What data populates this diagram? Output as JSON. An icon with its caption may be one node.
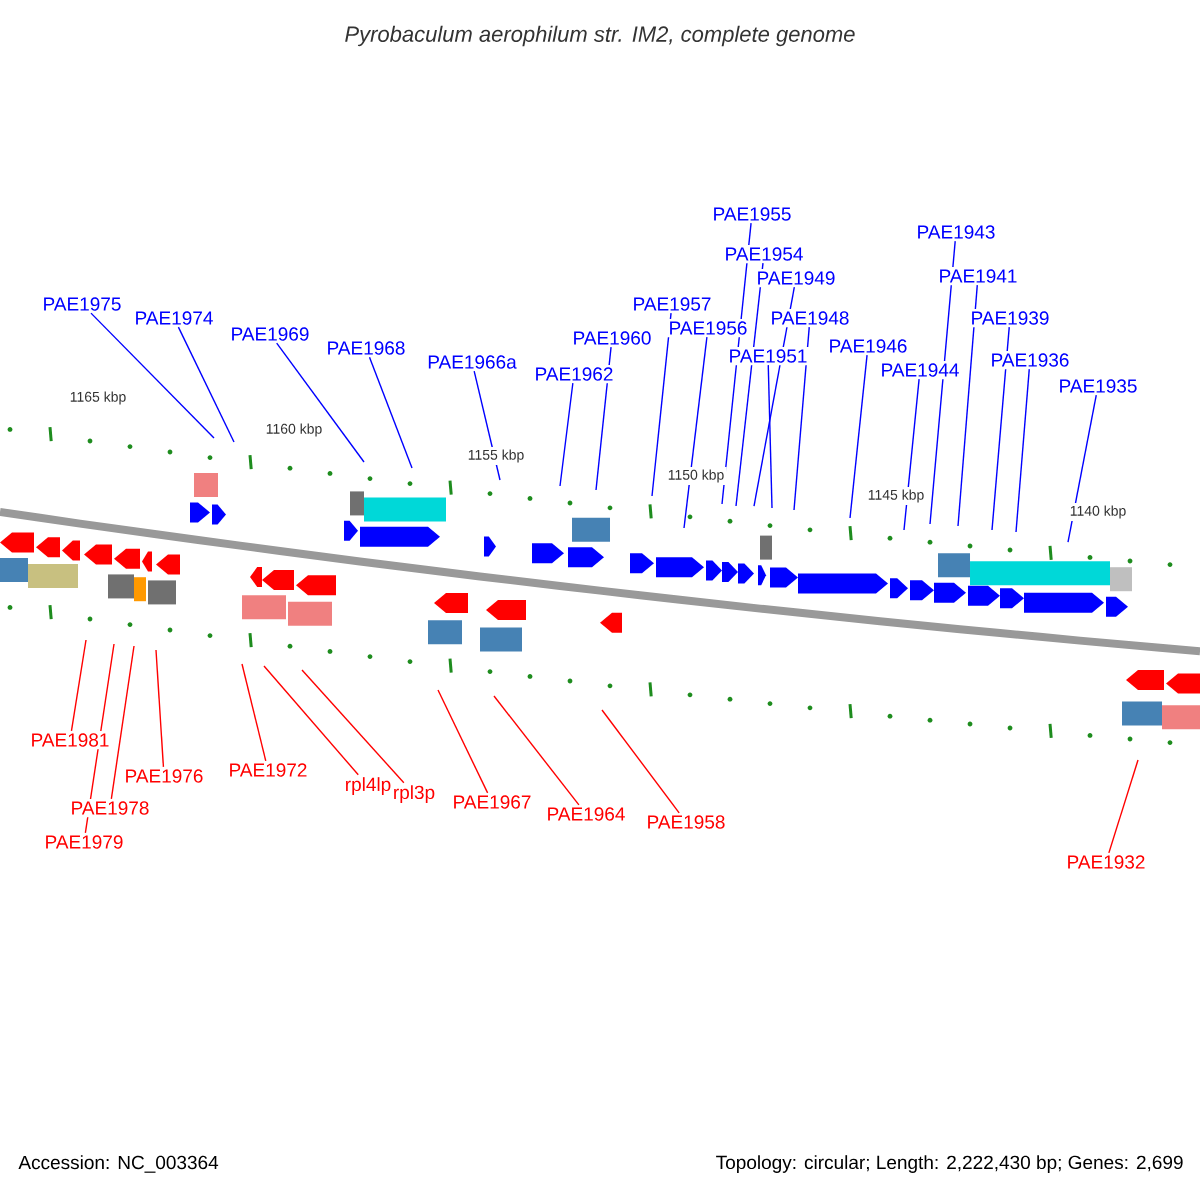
{
  "diagram": {
    "title": "Pyrobaculum aerophilum str. IM2, complete genome",
    "nodes": [
      {
        "text": [
          "PAE1975"
        ]
      },
      {
        "text": [
          "PAE1974"
        ]
      },
      {
        "text": [
          "PAE1969"
        ]
      },
      {
        "text": [
          "PAE1968"
        ]
      },
      {
        "text": [
          "PAE1966a"
        ]
      },
      {
        "text": [
          "PAE1962"
        ]
      },
      {
        "text": [
          "PAE1960"
        ]
      },
      {
        "text": [
          "PAE1957"
        ]
      },
      {
        "text": [
          "PAE1956"
        ]
      },
      {
        "text": [
          "PAE1955"
        ]
      },
      {
        "text": [
          "PAE1954"
        ]
      },
      {
        "text": [
          "PAE1949"
        ]
      },
      {
        "text": [
          "PAE1951"
        ]
      },
      {
        "text": [
          "PAE1948"
        ]
      },
      {
        "text": [
          "PAE1946"
        ]
      },
      {
        "text": [
          "PAE1944"
        ]
      },
      {
        "text": [
          "PAE1943"
        ]
      },
      {
        "text": [
          "PAE1941"
        ]
      },
      {
        "text": [
          "PAE1939"
        ]
      },
      {
        "text": [
          "PAE1936"
        ]
      },
      {
        "text": [
          "PAE1935"
        ]
      },
      {
        "text": [
          "PAE1981"
        ]
      },
      {
        "text": [
          "PAE1978"
        ]
      },
      {
        "text": [
          "PAE1979"
        ]
      },
      {
        "text": [
          "PAE1976"
        ]
      },
      {
        "text": [
          "PAE1972"
        ]
      },
      {
        "text": [
          "rpl4lp"
        ]
      },
      {
        "text": [
          "rpl3p"
        ]
      },
      {
        "text": [
          "PAE1967"
        ]
      },
      {
        "text": [
          "PAE1964"
        ]
      },
      {
        "text": [
          "PAE1958"
        ]
      },
      {
        "text": [
          "PAE1932"
        ]
      }
    ],
    "edges": [
      {
        "from": 0,
        "to": null,
        "arrow": "none"
      },
      {
        "from": 1,
        "to": null,
        "arrow": "none"
      },
      {
        "from": 2,
        "to": null,
        "arrow": "none"
      },
      {
        "from": 3,
        "to": null,
        "arrow": "none"
      },
      {
        "from": 4,
        "to": null,
        "arrow": "none"
      },
      {
        "from": 5,
        "to": null,
        "arrow": "none"
      },
      {
        "from": 6,
        "to": null,
        "arrow": "none"
      },
      {
        "from": 7,
        "to": null,
        "arrow": "none"
      },
      {
        "from": 8,
        "to": null,
        "arrow": "none"
      },
      {
        "from": 9,
        "to": null,
        "arrow": "none"
      },
      {
        "from": 10,
        "to": null,
        "arrow": "none"
      },
      {
        "from": 11,
        "to": null,
        "arrow": "none"
      },
      {
        "from": 12,
        "to": null,
        "arrow": "none"
      },
      {
        "from": 13,
        "to": null,
        "arrow": "none"
      },
      {
        "from": 14,
        "to": null,
        "arrow": "none"
      },
      {
        "from": 15,
        "to": null,
        "arrow": "none"
      },
      {
        "from": 16,
        "to": null,
        "arrow": "none"
      },
      {
        "from": 17,
        "to": null,
        "arrow": "none"
      },
      {
        "from": 18,
        "to": null,
        "arrow": "none"
      },
      {
        "from": 19,
        "to": null,
        "arrow": "none"
      },
      {
        "from": 20,
        "to": null,
        "arrow": "none"
      },
      {
        "from": 21,
        "to": null,
        "arrow": "none",
        "color": "#ff0000"
      },
      {
        "from": 22,
        "to": null,
        "arrow": "none",
        "color": "#ff0000"
      },
      {
        "from": 23,
        "to": null,
        "arrow": "none",
        "color": "#ff0000"
      },
      {
        "from": 24,
        "to": null,
        "arrow": "none",
        "color": "#ff0000"
      },
      {
        "from": 25,
        "to": null,
        "arrow": "none",
        "color": "#ff0000"
      },
      {
        "from": 26,
        "to": null,
        "arrow": "none",
        "color": "#ff0000"
      },
      {
        "from": 27,
        "to": null,
        "arrow": "none",
        "color": "#ff0000"
      },
      {
        "from": 28,
        "to": null,
        "arrow": "none",
        "color": "#ff0000"
      },
      {
        "from": 29,
        "to": null,
        "arrow": "none",
        "color": "#ff0000"
      },
      {
        "from": 30,
        "to": null,
        "arrow": "none",
        "color": "#ff0000"
      },
      {
        "from": 31,
        "to": null,
        "arrow": "none",
        "color": "#ff0000"
      }
    ],
    "labels": [
      "1165 kbp",
      "1160 kbp",
      "1155 kbp",
      "1150 kbp",
      "1145 kbp",
      "1140 kbp",
      "Accession: NC_003364",
      "Topology: circular; Length: 2,222,430 bp; Genes: 2,699"
    ]
  }
}
